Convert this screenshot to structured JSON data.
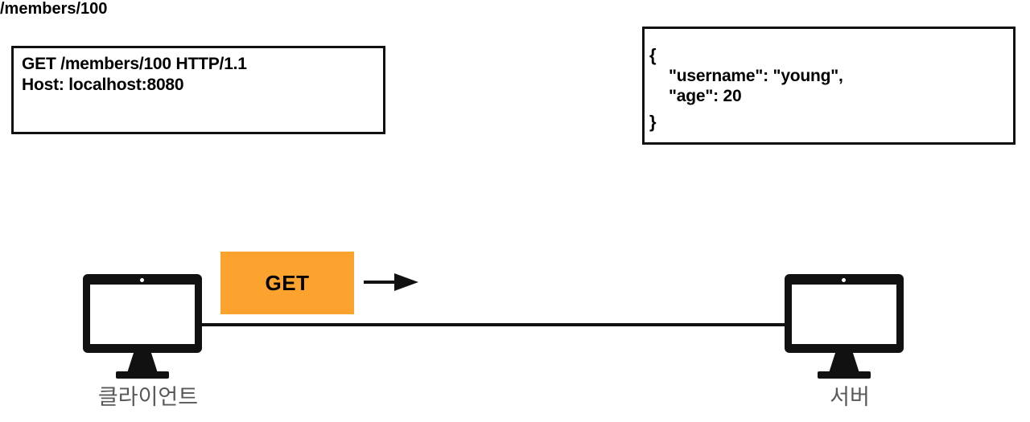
{
  "diagram": {
    "type": "http-request-response-flow",
    "request_note": {
      "lines": [
        "GET /members/100 HTTP/1.1",
        "Host: localhost:8080"
      ]
    },
    "response_note": {
      "title": "/members/100",
      "lines": [
        "{",
        "\"username\": \"young\",",
        "\"age\": 20",
        "}"
      ]
    },
    "method_badge": {
      "label": "GET",
      "color": "#fca22f"
    },
    "nodes": {
      "client": {
        "label": "클라이언트",
        "icon": "monitor-icon"
      },
      "server": {
        "label": "서버",
        "icon": "monitor-icon"
      }
    },
    "arrow": {
      "direction": "right",
      "icon": "arrow-right-icon"
    },
    "colors": {
      "ink": "#111111",
      "accent": "#fca22f",
      "label_text": "#585858",
      "background": "#ffffff"
    }
  }
}
